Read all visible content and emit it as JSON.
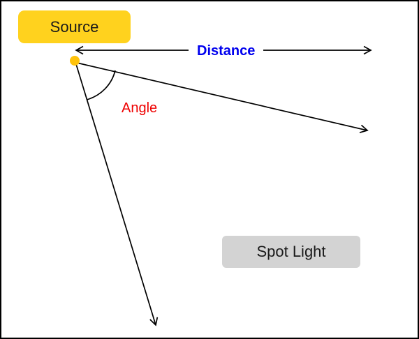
{
  "nodes": {
    "source_label": "Source",
    "spot_light_label": "Spot Light"
  },
  "labels": {
    "distance": "Distance",
    "angle": "Angle"
  },
  "colors": {
    "source_fill": "#ffd21e",
    "spot_light_fill": "#d3d3d3",
    "dot_fill": "#ffc30b",
    "distance_text": "#0000ee",
    "angle_text": "#ee0000",
    "line": "#000000",
    "background": "#ffffff",
    "border": "#000000"
  }
}
